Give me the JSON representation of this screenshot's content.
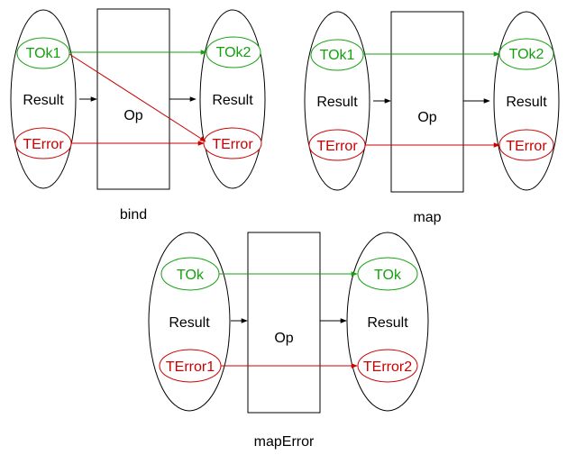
{
  "colors": {
    "ok": "#13a10e",
    "error": "#cc0000",
    "stroke": "#000000"
  },
  "diagrams": [
    {
      "caption": "bind",
      "op_label": "Op",
      "left": {
        "ok": "TOk1",
        "result": "Result",
        "error": "TError"
      },
      "right": {
        "ok": "TOk2",
        "result": "Result",
        "error": "TError"
      },
      "extra_ok_to_error": true
    },
    {
      "caption": "map",
      "op_label": "Op",
      "left": {
        "ok": "TOk1",
        "result": "Result",
        "error": "TError"
      },
      "right": {
        "ok": "TOk2",
        "result": "Result",
        "error": "TError"
      },
      "extra_ok_to_error": false
    },
    {
      "caption": "mapError",
      "op_label": "Op",
      "left": {
        "ok": "TOk",
        "result": "Result",
        "error": "TError1"
      },
      "right": {
        "ok": "TOk",
        "result": "Result",
        "error": "TError2"
      },
      "extra_ok_to_error": false
    }
  ]
}
